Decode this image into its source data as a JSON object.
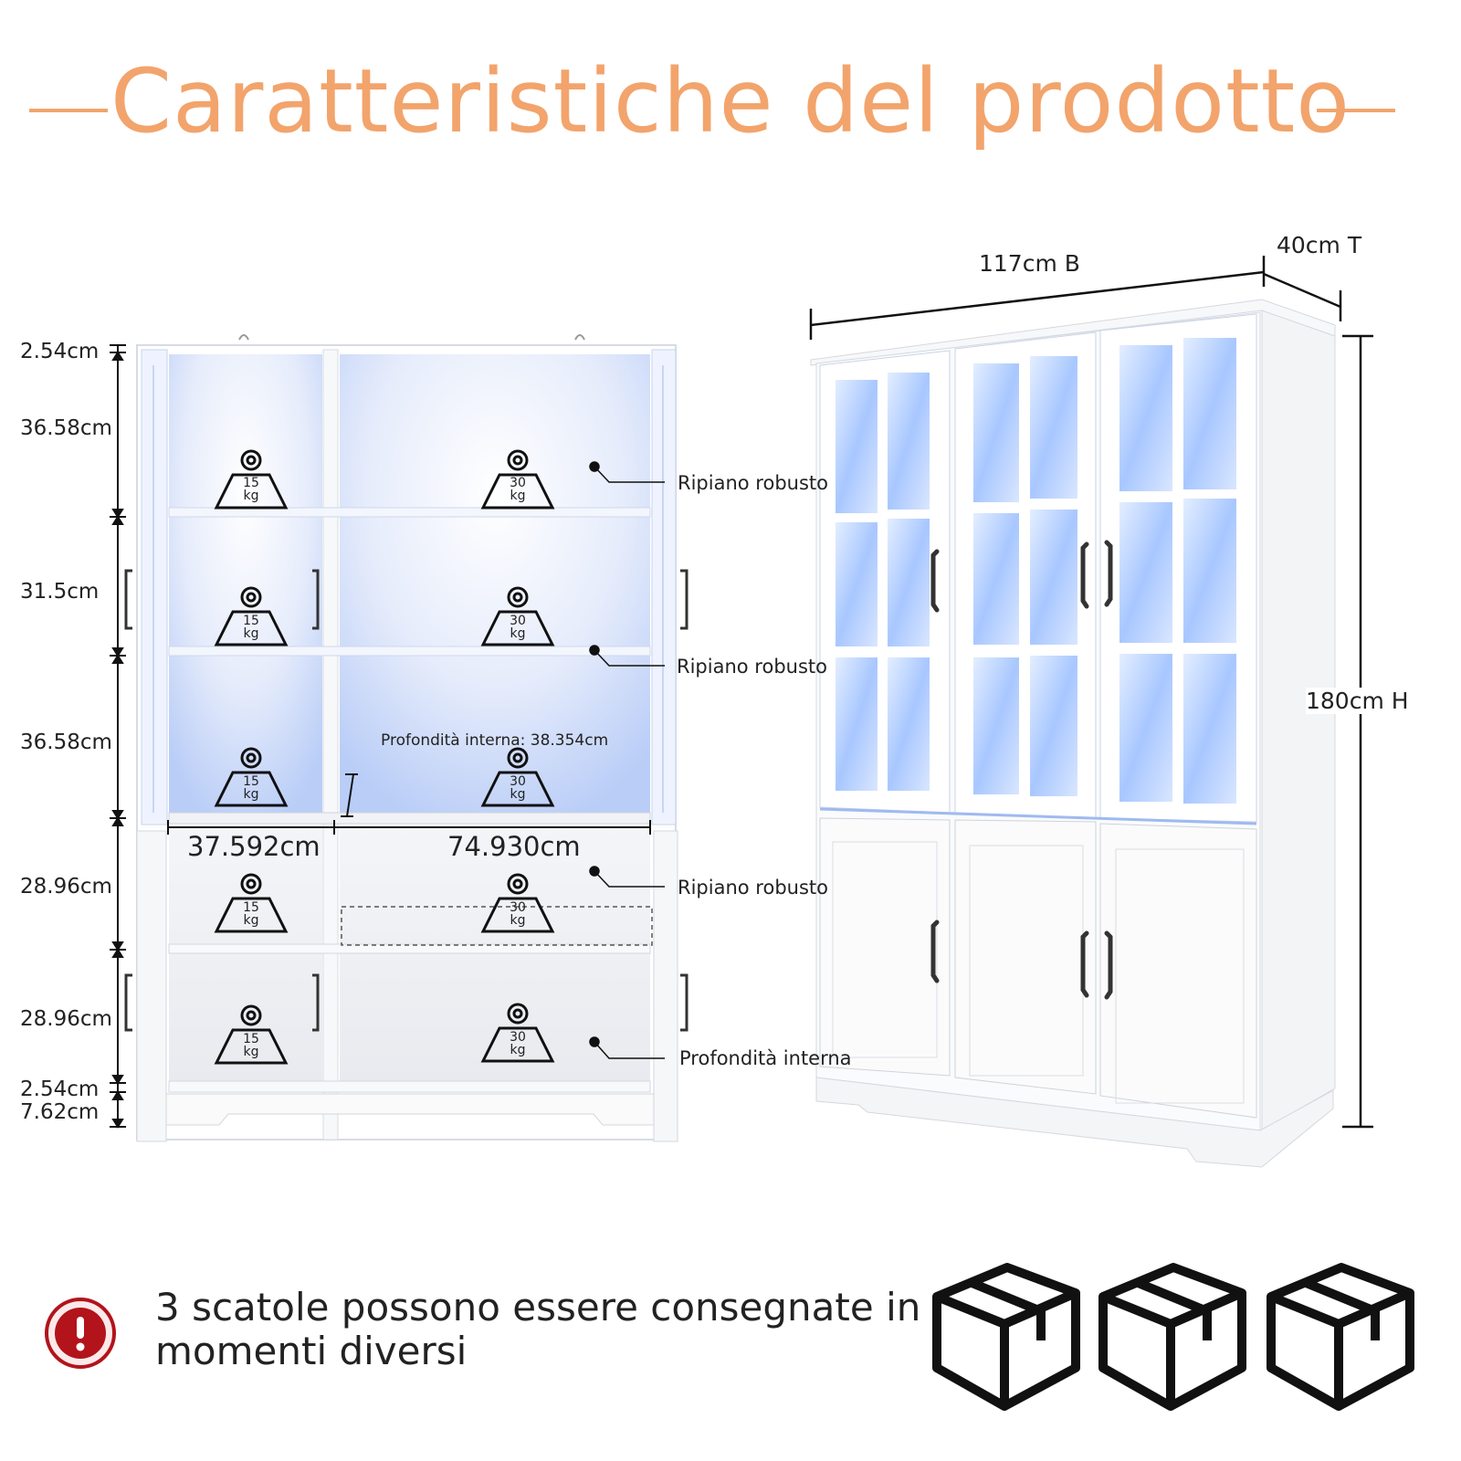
{
  "title": "Caratteristiche del prodotto",
  "left_dimensions": [
    {
      "label": "2.54cm"
    },
    {
      "label": "36.58cm"
    },
    {
      "label": "31.5cm"
    },
    {
      "label": "36.58cm"
    },
    {
      "label": "28.96cm"
    },
    {
      "label": "28.96cm"
    },
    {
      "label": "2.54cm"
    },
    {
      "label": "7.62cm"
    }
  ],
  "width_dimensions": {
    "left": "37.592cm",
    "right": "74.930cm"
  },
  "inner_depth_label": "Profondità interna: 38.354cm",
  "callouts": [
    "Ripiano robusto",
    "Ripiano robusto",
    "Ripiano robusto",
    "Profondità interna"
  ],
  "load_badges": {
    "small": {
      "value": "15",
      "unit": "kg"
    },
    "large": {
      "value": "30",
      "unit": "kg"
    }
  },
  "overall_dimensions": {
    "width": "117cm B",
    "depth": "40cm T",
    "height": "180cm H"
  },
  "notice": {
    "text": "3 scatole possono essere consegnate in momenti diversi",
    "icon": "exclamation-circle-icon",
    "box_icon": "package-box-icon",
    "box_count": 3
  },
  "colors": {
    "accent": "#f2a46c",
    "alert": "#b3131b",
    "led": "#bcd2ff"
  }
}
